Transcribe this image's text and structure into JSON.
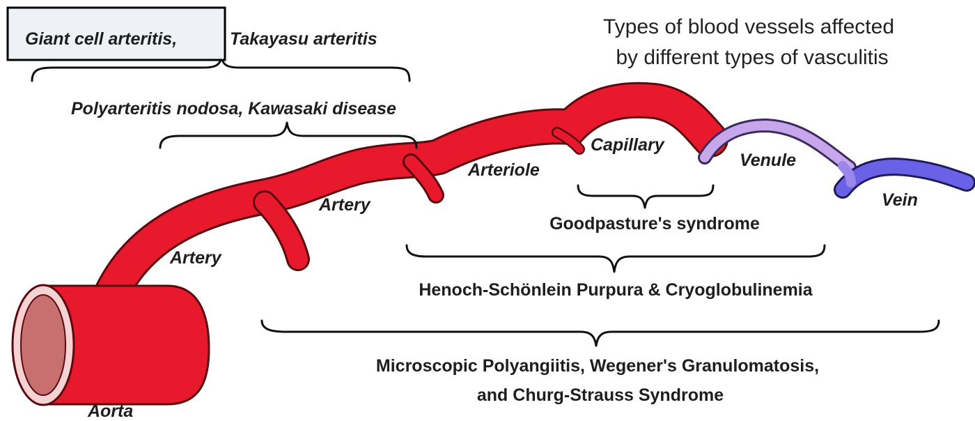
{
  "title_lines": [
    "Types of blood vessels affected",
    "by different types of vasculitis"
  ],
  "highlighted_label": "Giant cell arteritis,",
  "large_vessel_label_rest": "Takayasu arteritis",
  "medium_vessel_label": "Polyarteritis nodosa, Kawasaki disease",
  "vessels": {
    "aorta": "Aorta",
    "artery_lower": "Artery",
    "artery_upper": "Artery",
    "arteriole": "Arteriole",
    "capillary": "Capillary",
    "venule": "Venule",
    "vein": "Vein"
  },
  "small_vessel_labels": {
    "goodpasture": "Goodpasture's syndrome",
    "henoch": "Henoch-Schönlein Purpura & Cryoglobulinemia",
    "microscopic_line1": "Microscopic Polyangiitis, Wegener's Granulomatosis,",
    "microscopic_line2": "and Churg-Strauss Syndrome"
  },
  "colors": {
    "artery": "#e8192c",
    "artery_outline": "#5a0a0f",
    "aorta_lumen": "#c87070",
    "venule": "#c7a6ec",
    "vein": "#6a62e6",
    "highlight_box_fill": "#eef2f6",
    "highlight_box_border": "#000000"
  }
}
